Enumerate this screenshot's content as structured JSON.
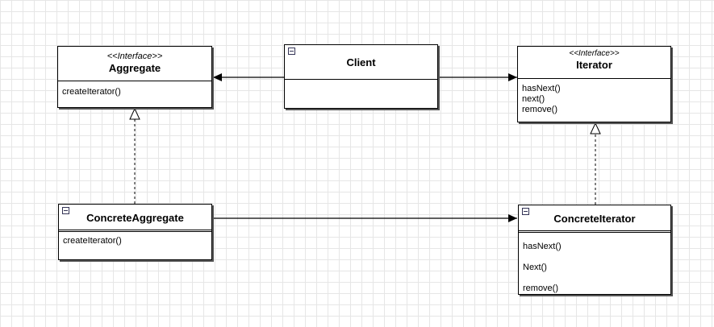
{
  "aggregate": {
    "stereotype": "<<Interface>>",
    "name": "Aggregate",
    "operations": [
      "createIterator()"
    ]
  },
  "client": {
    "name": "Client"
  },
  "iterator": {
    "stereotype": "<<Interface>>",
    "name": "Iterator",
    "operations": [
      "hasNext()",
      "next()",
      "remove()"
    ]
  },
  "concrete_aggregate": {
    "name": "ConcreteAggregate",
    "operations": [
      "createIterator()"
    ]
  },
  "concrete_iterator": {
    "name": "ConcreteIterator",
    "operations": [
      "hasNext()",
      "Next()",
      "remove()"
    ]
  }
}
